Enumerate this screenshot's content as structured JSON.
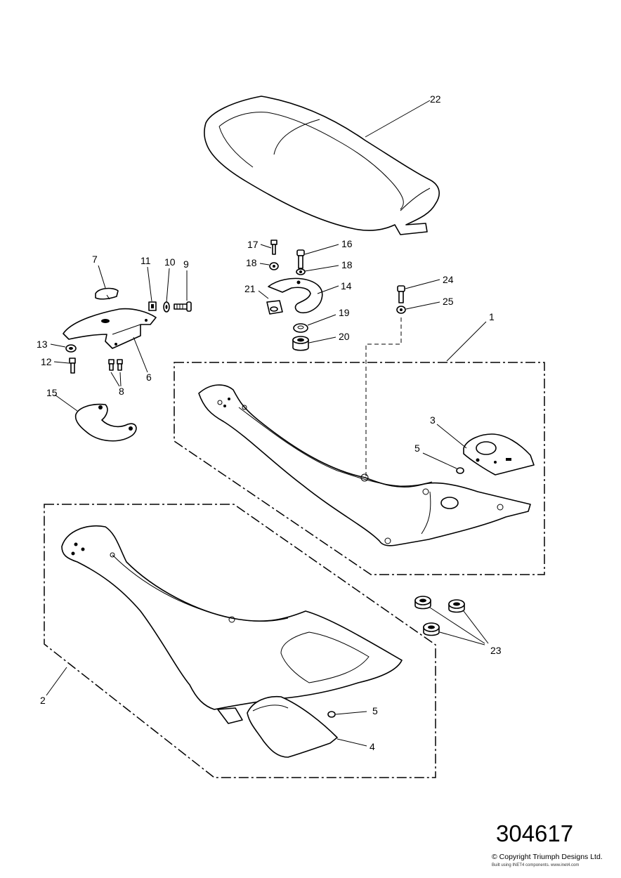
{
  "diagram": {
    "callouts": {
      "c1": "1",
      "c2": "2",
      "c3": "3",
      "c4": "4",
      "c5a": "5",
      "c5b": "5",
      "c6": "6",
      "c7": "7",
      "c8": "8",
      "c9": "9",
      "c10": "10",
      "c11": "11",
      "c12": "12",
      "c13": "13",
      "c14": "14",
      "c15": "15",
      "c16": "16",
      "c17": "17",
      "c18a": "18",
      "c18b": "18",
      "c19": "19",
      "c20": "20",
      "c21": "21",
      "c22": "22",
      "c23": "23",
      "c24": "24",
      "c25": "25"
    },
    "reference_number": "304617",
    "copyright": "© Copyright Triumph Designs Ltd.",
    "built_with": "Built using INET4 components. www.inet4.com"
  }
}
